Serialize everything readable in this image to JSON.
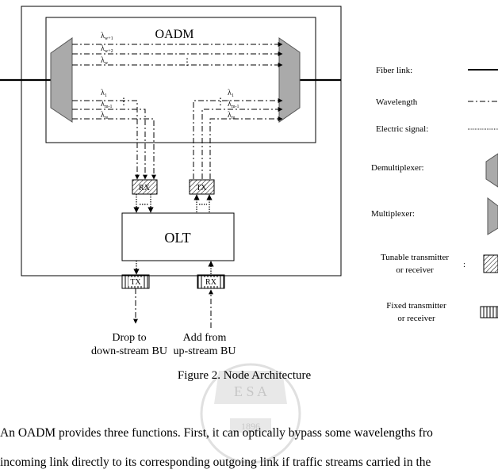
{
  "diagram": {
    "oadm_label": "OADM",
    "olt_label": "OLT",
    "rx_label": "RX",
    "tx_label": "TX",
    "lambda": "λ",
    "sub_w1": "w+1",
    "sub_w2": "w+2",
    "sub_w": "w",
    "sub_1": "1",
    "sub_m1": "m-1",
    "sub_m": "m",
    "vdots": "⋮",
    "drop_line1": "Drop to",
    "drop_line2": "down-stream BU",
    "add_line1": "Add from",
    "add_line2": "up-stream BU"
  },
  "legend": {
    "fiber": "Fiber link:",
    "wavelength": "Wavelength",
    "electric": "Electric signal:",
    "demux": "Demultiplexer:",
    "mux": "Multiplexer:",
    "tunable_1": "Tunable transmitter",
    "tunable_2": "or receiver",
    "colon": ":",
    "fixed_1": "Fixed transmitter",
    "fixed_2": "or receiver"
  },
  "caption": "Figure 2. Node Architecture",
  "paragraph": {
    "line1": "An OADM provides three functions. First, it can optically bypass some wavelengths fro",
    "line2": "incoming link directly to its corresponding outgoing link if traffic streams carried in the"
  },
  "watermark": {
    "text": "E S A",
    "year": "1896"
  }
}
